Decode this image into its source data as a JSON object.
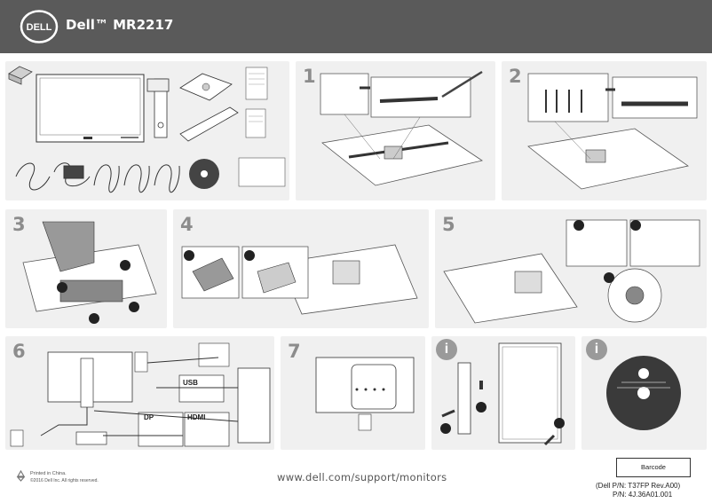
{
  "header": {
    "brand_logo_text": "DELL",
    "product_title": "Dell™ MR2217"
  },
  "panels": {
    "box_contents": {
      "label": ""
    },
    "step1": {
      "label": "1"
    },
    "step2": {
      "label": "2"
    },
    "step3": {
      "label": "3"
    },
    "step4": {
      "label": "4"
    },
    "step5": {
      "label": "5"
    },
    "step6": {
      "label": "6",
      "usb": "USB",
      "dp": "DP",
      "hdmi": "HDMI"
    },
    "step7": {
      "label": "7"
    },
    "info1": {
      "label": "i"
    },
    "info2": {
      "label": "i"
    }
  },
  "footer": {
    "printed_in": "Printed in China.",
    "copyright": "©2016 Dell Inc. All rights reserved.",
    "url": "www.dell.com/support/monitors",
    "barcode_label": "Barcode",
    "part_number": "(Dell P/N: T37FP Rev.A00)",
    "pn": "P/N: 4J.36A01.001"
  },
  "colors": {
    "header_bg": "#5a5a5a",
    "panel_bg": "#f0f0f0",
    "step_number": "#8c8c8c"
  }
}
